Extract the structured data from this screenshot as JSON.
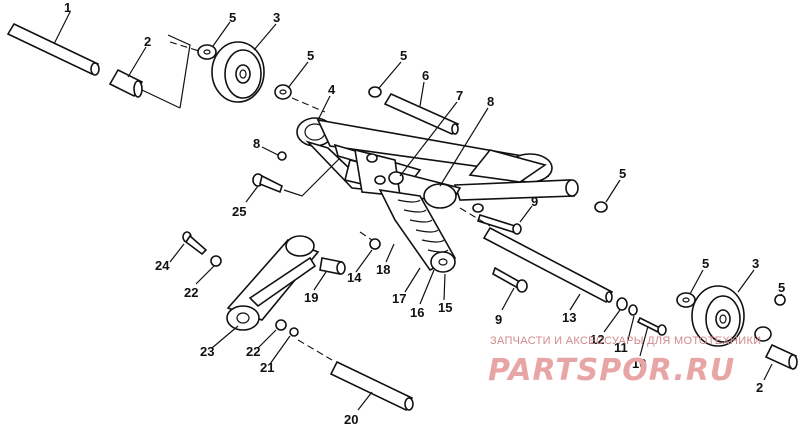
{
  "callouts": [
    {
      "id": "c1",
      "label": "1"
    },
    {
      "id": "c2a",
      "label": "2"
    },
    {
      "id": "c3a",
      "label": "3"
    },
    {
      "id": "c5a",
      "label": "5"
    },
    {
      "id": "c5b",
      "label": "5"
    },
    {
      "id": "c5c",
      "label": "5"
    },
    {
      "id": "c6",
      "label": "6"
    },
    {
      "id": "c4",
      "label": "4"
    },
    {
      "id": "c7",
      "label": "7"
    },
    {
      "id": "c8a",
      "label": "8"
    },
    {
      "id": "c8b",
      "label": "8"
    },
    {
      "id": "c25",
      "label": "25"
    },
    {
      "id": "c5d",
      "label": "5"
    },
    {
      "id": "c9a",
      "label": "9"
    },
    {
      "id": "c24",
      "label": "24"
    },
    {
      "id": "c22a",
      "label": "22"
    },
    {
      "id": "c19",
      "label": "19"
    },
    {
      "id": "c14",
      "label": "14"
    },
    {
      "id": "c18",
      "label": "18"
    },
    {
      "id": "c17",
      "label": "17"
    },
    {
      "id": "c16",
      "label": "16"
    },
    {
      "id": "c15",
      "label": "15"
    },
    {
      "id": "c9b",
      "label": "9"
    },
    {
      "id": "c13",
      "label": "13"
    },
    {
      "id": "c5e",
      "label": "5"
    },
    {
      "id": "c3b",
      "label": "3"
    },
    {
      "id": "c5f",
      "label": "5"
    },
    {
      "id": "c12",
      "label": "12"
    },
    {
      "id": "c11",
      "label": "11"
    },
    {
      "id": "c10",
      "label": "10"
    },
    {
      "id": "c2b",
      "label": "2"
    },
    {
      "id": "c23",
      "label": "23"
    },
    {
      "id": "c22b",
      "label": "22"
    },
    {
      "id": "c21",
      "label": "21"
    },
    {
      "id": "c20",
      "label": "20"
    }
  ],
  "watermark": {
    "line": "ЗАПЧАСТИ И АКСЕССУАРЫ ДЛЯ МОТОТЕХНИКИ",
    "logo": "PARTSPOR.RU"
  }
}
